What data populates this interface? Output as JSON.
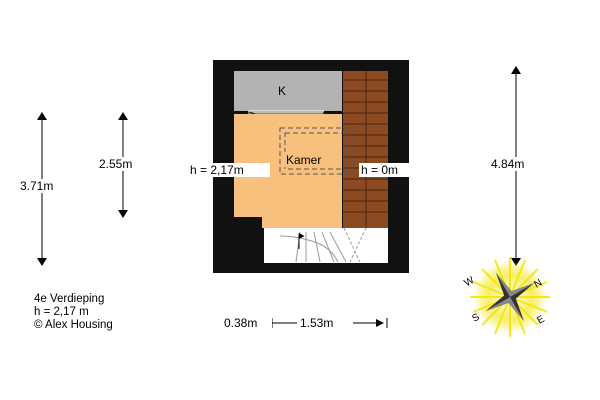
{
  "rooms": {
    "k": "K",
    "kamer": "Kamer"
  },
  "heights": {
    "left": "h = 2,17m",
    "right": "h = 0m"
  },
  "dimensions": {
    "left_outer": "3.71m",
    "left_inner": "2.55m",
    "right": "4.84m",
    "bottom_a": "0.38m",
    "bottom_b": "1.53m"
  },
  "info": {
    "floor": "4e Verdieping",
    "height": "h = 2,17 m",
    "copyright": "© Alex Housing"
  },
  "compass": {
    "n": "N",
    "e": "E",
    "s": "S",
    "w": "W"
  },
  "colors": {
    "wall": "#111111",
    "room_floor": "#f7c07d",
    "k_floor": "#b3b3b3",
    "stairs": "#8b4a22",
    "compass_glow": "#f4e60a"
  }
}
